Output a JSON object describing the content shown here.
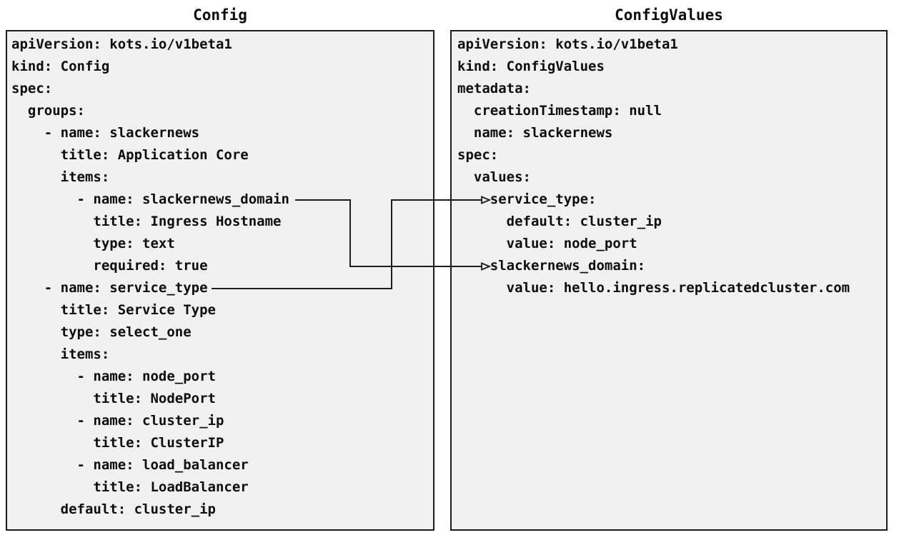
{
  "panels": {
    "config": {
      "title": "Config",
      "yaml": "apiVersion: kots.io/v1beta1\nkind: Config\nspec:\n  groups:\n    - name: slackernews\n      title: Application Core\n      items:\n        - name: slackernews_domain\n          title: Ingress Hostname\n          type: text\n          required: true\n    - name: service_type\n      title: Service Type\n      type: select_one\n      items:\n        - name: node_port\n          title: NodePort\n        - name: cluster_ip\n          title: ClusterIP\n        - name: load_balancer\n          title: LoadBalancer\n      default: cluster_ip"
    },
    "config_values": {
      "title": "ConfigValues",
      "yaml": "apiVersion: kots.io/v1beta1\nkind: ConfigValues\nmetadata:\n  creationTimestamp: null\n  name: slackernews\nspec:\n  values:\n    service_type:\n      default: cluster_ip\n      value: node_port\n    slackernews_domain:\n      value: hello.ingress.replicatedcluster.com"
    }
  },
  "connections": [
    {
      "from": "Config item name: slackernews_domain",
      "to": "ConfigValues spec.values.slackernews_domain"
    },
    {
      "from": "Config item name: service_type",
      "to": "ConfigValues spec.values.service_type"
    }
  ],
  "colors": {
    "background": "#ffffff",
    "panel_fill": "#f1f1f2",
    "panel_border": "#1c1c1c",
    "text": "#0d0d0d",
    "arrow": "#1c1c1c"
  }
}
